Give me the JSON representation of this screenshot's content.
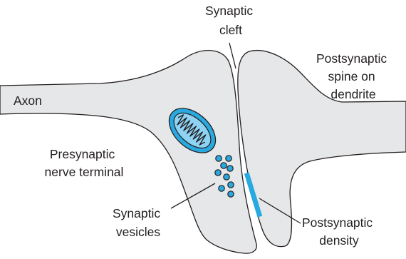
{
  "colors": {
    "structure_fill": "#e6e7e8",
    "outline": "#231f20",
    "accent": "#29a9e0",
    "accent_light": "#8fd3f4"
  },
  "labels": {
    "synaptic_cleft": [
      "Synaptic",
      "cleft"
    ],
    "postsynaptic_spine": [
      "Postsynaptic",
      "spine on",
      "dendrite"
    ],
    "axon": [
      "Axon"
    ],
    "presynaptic_terminal": [
      "Presynaptic",
      "nerve terminal"
    ],
    "synaptic_vesicles": [
      "Synaptic",
      "vesicles"
    ],
    "postsynaptic_density": [
      "Postsynaptic",
      "density"
    ]
  }
}
